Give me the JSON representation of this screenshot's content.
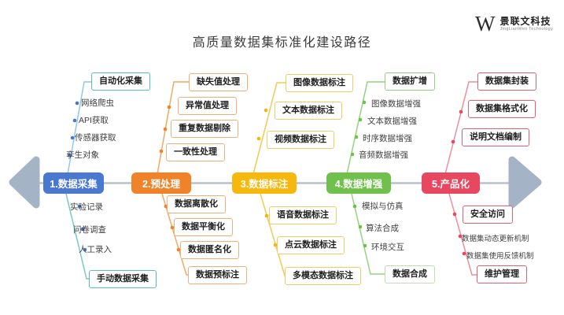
{
  "title": "高质量数据集标准化建设路径",
  "logo": {
    "mark": "W",
    "name": "景联文科技",
    "subtitle": "JingLianWen Technology"
  },
  "colors": {
    "stage1": "#4a77cf",
    "stage1_branch_top": "#8fc8ec",
    "stage1_branch_bottom": "#76cbc4",
    "stage1_box_border": "#57bfb8",
    "stage2": "#f08229",
    "stage3": "#f6b80d",
    "stage4": "#6fc14b",
    "stage5": "#e84760",
    "timeline": "#b9c0cb",
    "arrow": "#a4b3c6"
  },
  "stages": [
    {
      "label": "1.数据采集",
      "top": {
        "box": "自动化采集",
        "items": [
          "网络爬虫",
          "API获取",
          "传感器获取",
          "孪生对象"
        ]
      },
      "bottom": {
        "items": [
          "实验记录",
          "问卷调查",
          "人工录入"
        ],
        "box": "手动数据采集"
      }
    },
    {
      "label": "2.预处理",
      "top": {
        "boxes": [
          "缺失值处理",
          "异常值处理",
          "重复数据剔除",
          "一致性处理"
        ]
      },
      "bottom": {
        "boxes": [
          "数据离散化",
          "数据平衡化",
          "数据匿名化",
          "数据预标注"
        ]
      }
    },
    {
      "label": "3.数据标注",
      "top": {
        "boxes": [
          "图像数据标注",
          "文本数据标注",
          "视频数据标注"
        ]
      },
      "bottom": {
        "boxes": [
          "语音数据标注",
          "点云数据标注",
          "多模态数据标注"
        ]
      }
    },
    {
      "label": "4.数据增强",
      "top": {
        "box": "数据扩增",
        "items": [
          "图像数据增强",
          "文本数据增强",
          "时序数据增强",
          "音频数据增强"
        ]
      },
      "bottom": {
        "items": [
          "模拟与仿真",
          "算法合成",
          "环境交互"
        ],
        "box": "数据合成"
      }
    },
    {
      "label": "5.产品化",
      "top": {
        "boxes": [
          "数据集封装",
          "数据集格式化",
          "说明文档编制"
        ]
      },
      "bottom": {
        "box_top": "安全访问",
        "items": [
          "数据集动态更新机制",
          "数据集使用反馈机制"
        ],
        "box_bottom": "维护管理"
      }
    }
  ]
}
